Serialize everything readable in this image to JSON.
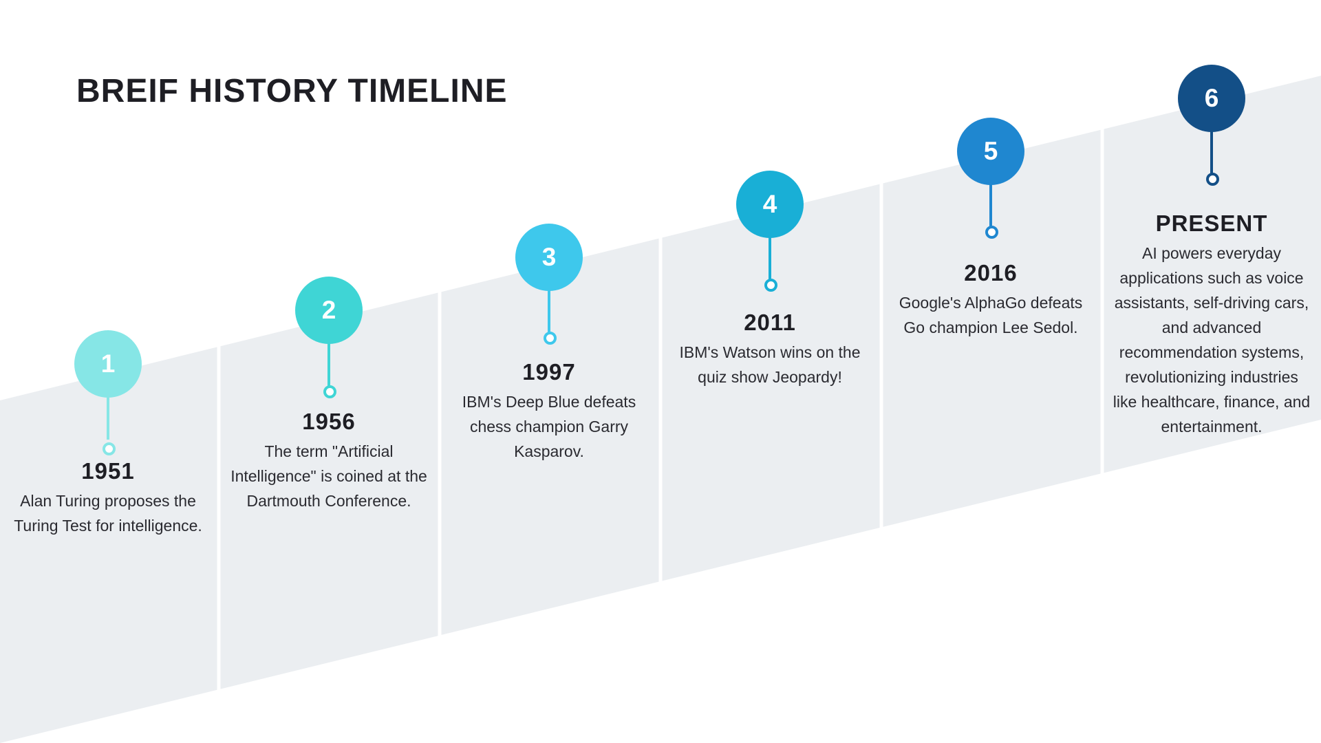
{
  "title": "BREIF HISTORY TIMELINE",
  "milestones": [
    {
      "number": "1",
      "year": "1951",
      "description": "Alan Turing proposes the Turing Test for intelligence.",
      "color": "#86e6e6"
    },
    {
      "number": "2",
      "year": "1956",
      "description": "The term \"Artificial Intelligence\" is coined at the Dartmouth Conference.",
      "color": "#3fd5d5"
    },
    {
      "number": "3",
      "year": "1997",
      "description": "IBM's Deep Blue defeats chess champion Garry Kasparov.",
      "color": "#3ec8ec"
    },
    {
      "number": "4",
      "year": "2011",
      "description": "IBM's Watson wins on the quiz show Jeopardy!",
      "color": "#19afd6"
    },
    {
      "number": "5",
      "year": "2016",
      "description": "Google's AlphaGo defeats Go champion Lee Sedol.",
      "color": "#1f87d0"
    },
    {
      "number": "6",
      "year": "PRESENT",
      "description": "AI powers everyday applications such as voice assistants, self-driving cars, and advanced recommendation systems, revolutionizing industries like healthcare, finance, and entertainment.",
      "color": "#134f87"
    }
  ],
  "colors": {
    "band": "#ebeef1",
    "divider": "#ffffff",
    "title": "#1e1e24"
  }
}
